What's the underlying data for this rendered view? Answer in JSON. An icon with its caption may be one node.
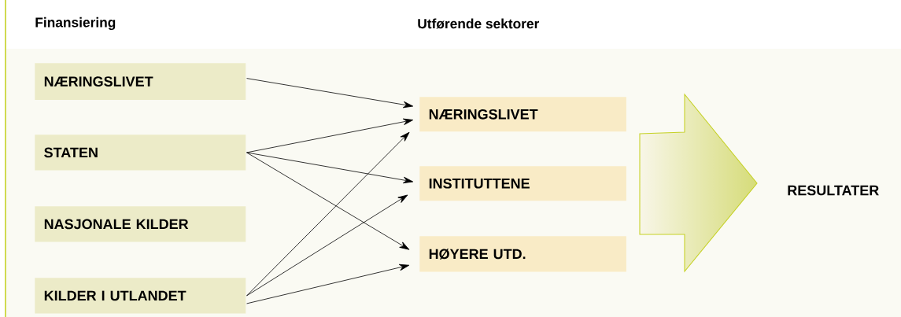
{
  "diagram": {
    "nodes": [
      {
        "text": [
          "NÆRINGSLIVET"
        ]
      },
      {
        "text": [
          "STATEN"
        ]
      },
      {
        "text": [
          "NASJONALE KILDER"
        ]
      },
      {
        "text": [
          "KILDER I UTLANDET"
        ]
      },
      {
        "text": [
          "NÆRINGSLIVET"
        ]
      },
      {
        "text": [
          "INSTITUTTENE"
        ]
      },
      {
        "text": [
          "HØYERE UTD."
        ]
      },
      {
        "text": [],
        "shape": "arrow"
      }
    ],
    "edges": [
      {
        "from": 0,
        "to": 4,
        "arrow": "to"
      },
      {
        "from": 1,
        "to": 4,
        "arrow": "to"
      },
      {
        "from": 1,
        "to": 5,
        "arrow": "to"
      },
      {
        "from": 1,
        "to": 6,
        "arrow": "to"
      },
      {
        "from": 3,
        "to": 4,
        "arrow": "to"
      },
      {
        "from": 3,
        "to": 5,
        "arrow": "to"
      },
      {
        "from": 3,
        "to": 6,
        "arrow": "to"
      }
    ],
    "labels": [
      "Finansiering",
      "Utførende sektorer",
      "RESULTATER"
    ]
  }
}
